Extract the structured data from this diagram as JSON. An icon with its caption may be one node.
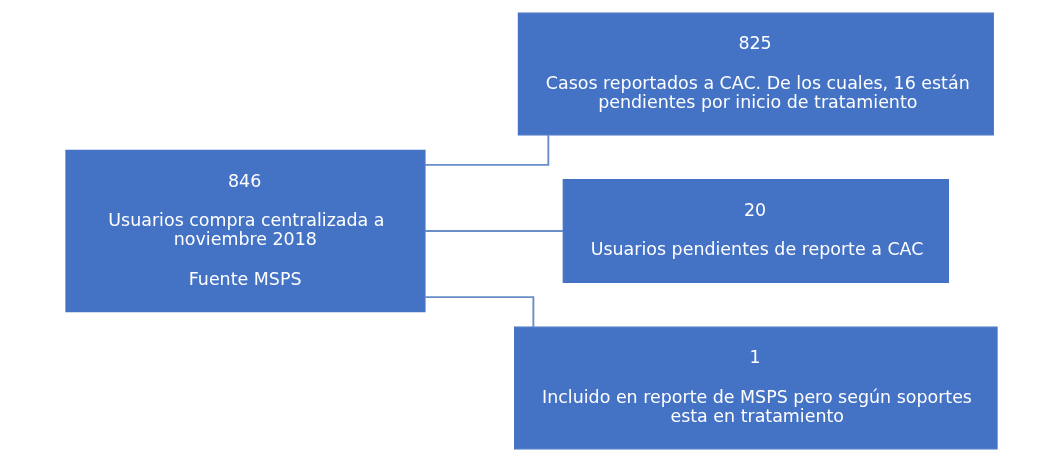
{
  "diagram": {
    "nodes": [
      {
        "text": [
          "846",
          "Usuarios compra centralizada a noviembre 2018",
          "Fuente MSPS"
        ]
      },
      {
        "text": [
          "825",
          "Casos reportados a CAC. De los cuales, 16 están pendientes por inicio de tratamiento"
        ]
      },
      {
        "text": [
          "20",
          "Usuarios pendientes de reporte a CAC"
        ]
      },
      {
        "text": [
          "1",
          "Incluido en reporte de MSPS pero según soportes esta en tratamiento"
        ]
      }
    ],
    "edges": [
      {
        "from": 0,
        "to": 1,
        "arrow": "none"
      },
      {
        "from": 0,
        "to": 2,
        "arrow": "none"
      },
      {
        "from": 0,
        "to": 3,
        "arrow": "none"
      }
    ]
  }
}
